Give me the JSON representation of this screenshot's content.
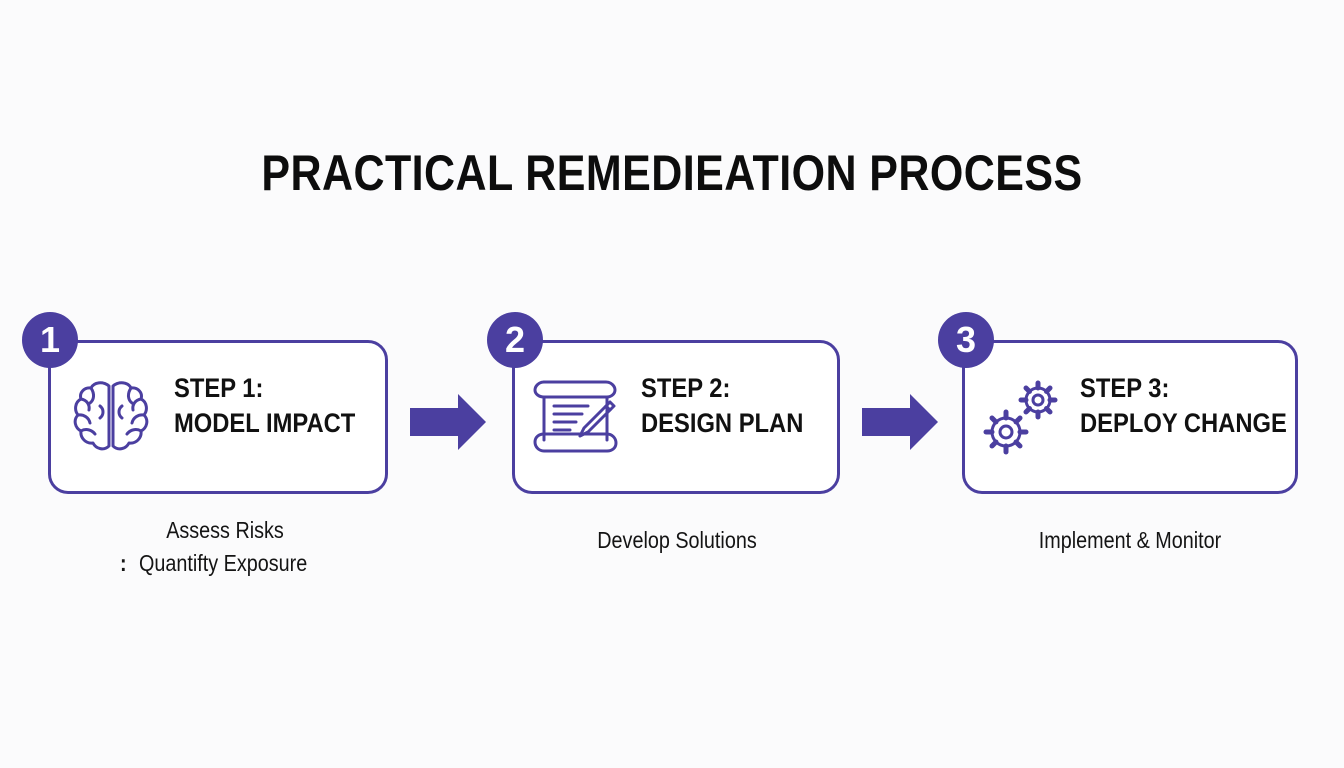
{
  "title": "PRACTICAL REMEDIEATION PROCESS",
  "colors": {
    "accent": "#4b3fa0",
    "text": "#111111",
    "background": "#fbfbfc"
  },
  "steps": [
    {
      "number": "1",
      "label": "STEP 1:",
      "name": "MODEL IMPACT",
      "icon": "brain-icon",
      "caption_lines": [
        "Assess Risks",
        "Quantifty Exposure"
      ],
      "caption_prefix": ":"
    },
    {
      "number": "2",
      "label": "STEP 2:",
      "name": "DESIGN PLAN",
      "icon": "document-pen-icon",
      "caption_lines": [
        "Develop Solutions"
      ]
    },
    {
      "number": "3",
      "label": "STEP 3:",
      "name": "DEPLOY CHANGE",
      "icon": "gears-icon",
      "caption_lines": [
        "Implement & Monitor"
      ]
    }
  ]
}
